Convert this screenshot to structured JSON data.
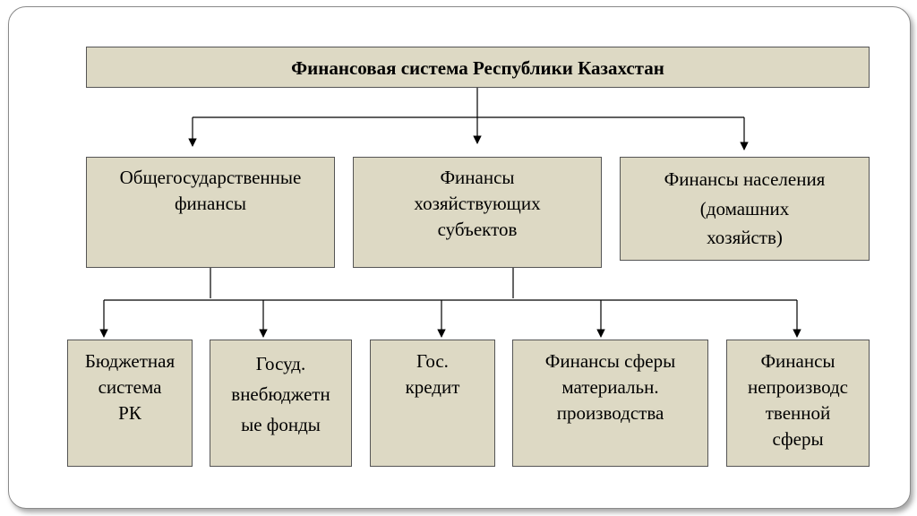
{
  "title": "Финансовая система Республики Казахстан",
  "level1": [
    {
      "label": "Общегосударственные\nфинансы"
    },
    {
      "label": "Финансы\nхозяйствующих\nсубъектов"
    },
    {
      "label": "Финансы населения\n(домашних\nхозяйств)"
    }
  ],
  "level2": [
    {
      "label": "Бюджетная\nсистема\nРК"
    },
    {
      "label": "Госуд.\nвнебюджетн\nые фонды"
    },
    {
      "label": "Гос.\nкредит"
    },
    {
      "label": "Финансы сферы\nматериальн.\nпроизводства"
    },
    {
      "label": "Финансы\nнепроизводс\nтвенной\nсферы"
    }
  ]
}
